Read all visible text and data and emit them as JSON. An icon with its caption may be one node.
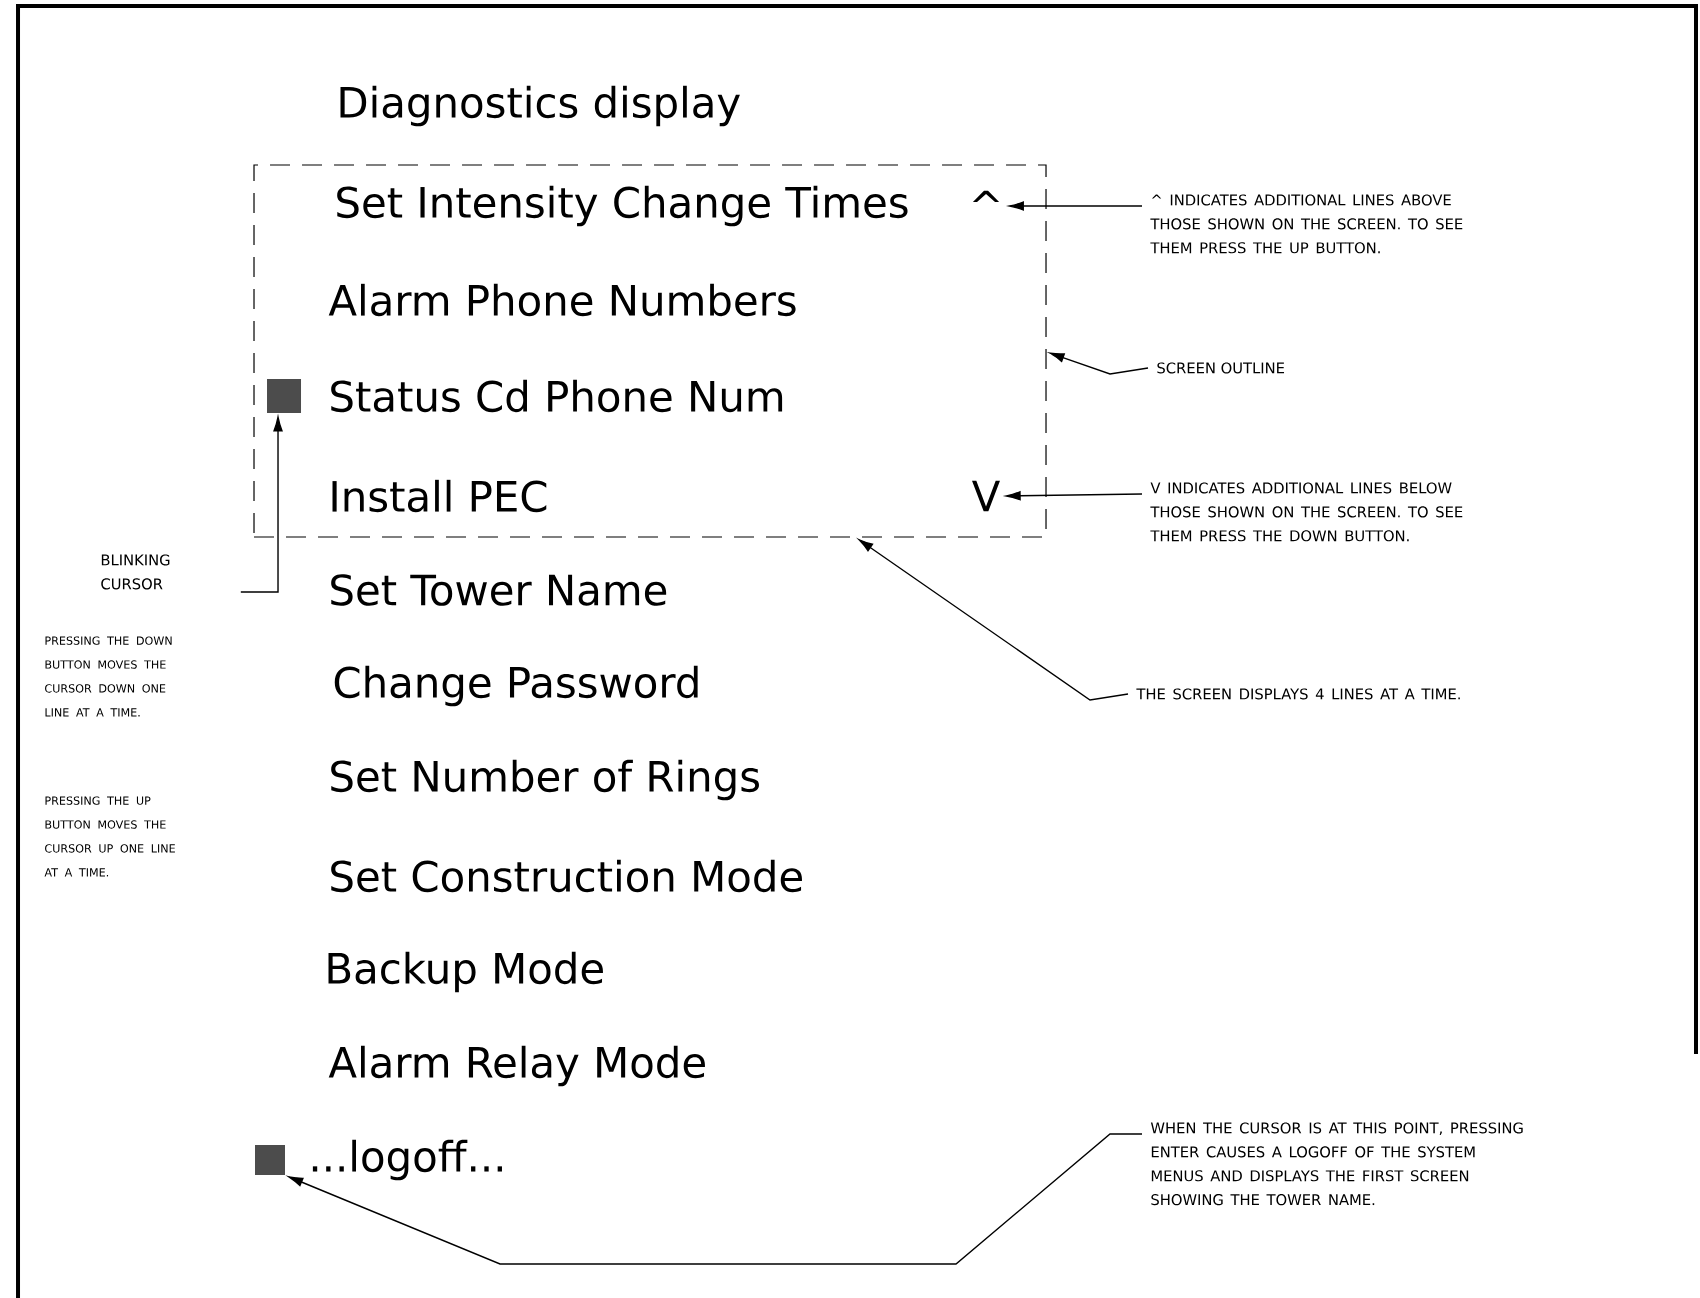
{
  "diagram": {
    "nodes": [
      {
        "text": [],
        "shape": "box"
      },
      {
        "text": [
          "^"
        ],
        "in": 0
      },
      {
        "text": [
          "V"
        ],
        "in": 0
      },
      {
        "text": [],
        "shape": "box",
        "in": 0
      },
      {
        "text": [
          "^ INDICATES ADDITIONAL LINES ABOVE THOSE SHOWN ON THE SCREEN. TO SEE THEM PRESS THE UP BUTTON."
        ]
      },
      {
        "text": [
          "SCREEN OUTLINE"
        ]
      },
      {
        "text": [
          "V INDICATES ADDITIONAL LINES BELOW THOSE SHOWN ON THE SCREEN. TO SEE THEM PRESS THE DOWN BUTTON."
        ]
      },
      {
        "text": [
          "BLINKING CURSOR"
        ]
      },
      {
        "text": [
          "THE SCREEN DISPLAYS 4 LINES AT A TIME."
        ]
      },
      {
        "text": [],
        "shape": "box"
      },
      {
        "text": [
          "WHEN THE CURSOR IS AT THIS POINT, PRESSING ENTER CAUSES A LOGOFF OF THE SYSTEM MENUS AND DISPLAYS THE FIRST SCREEN SHOWING THE TOWER NAME."
        ]
      }
    ],
    "edges": [
      {
        "from": 4,
        "to": 1,
        "arrow": "to"
      },
      {
        "from": 5,
        "to": 0,
        "arrow": "to"
      },
      {
        "from": 6,
        "to": 2,
        "arrow": "to"
      },
      {
        "from": 7,
        "to": 3,
        "arrow": "to"
      },
      {
        "from": 8,
        "to": 0,
        "arrow": "to"
      },
      {
        "from": 10,
        "to": 9,
        "arrow": "to"
      }
    ],
    "labels": [
      "Diagnostics display",
      "Set Intensity Change Times",
      "Alarm Phone Numbers",
      "Status Cd Phone Num",
      "Install PEC",
      "Set Tower Name",
      "Change Password",
      "Set Number of Rings",
      "Set Construction Mode",
      "Backup Mode",
      "Alarm Relay Mode",
      "...logoff...",
      "PRESSING THE DOWN BUTTON MOVES THE CURSOR DOWN ONE LINE AT A TIME.",
      "PRESSING THE UP BUTTON MOVES THE CURSOR UP ONE LINE AT A TIME."
    ]
  }
}
